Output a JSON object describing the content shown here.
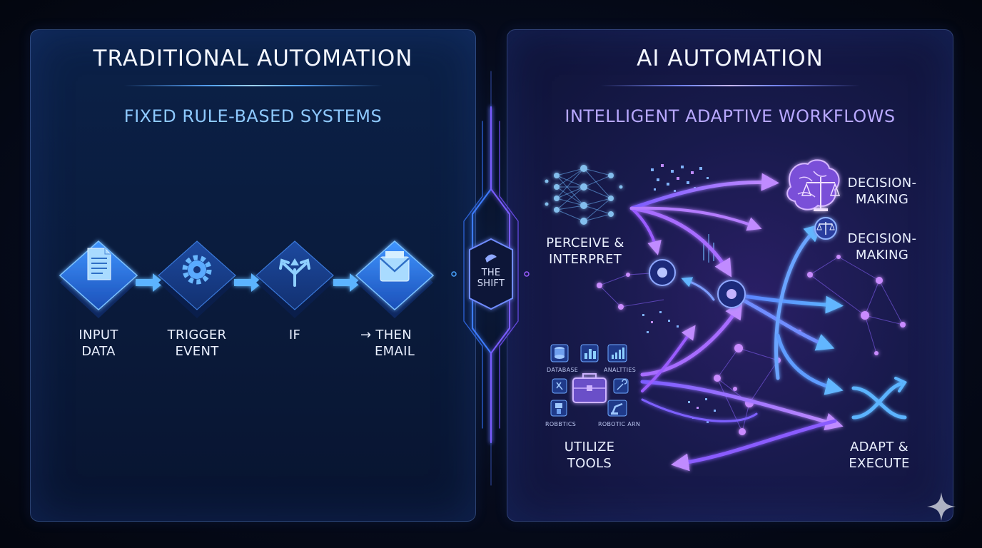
{
  "left_panel": {
    "title": "TRADITIONAL AUTOMATION",
    "subtitle": "FIXED RULE-BASED SYSTEMS",
    "steps": [
      {
        "line1": "INPUT",
        "line2": "DATA",
        "icon": "document-icon"
      },
      {
        "line1": "TRIGGER",
        "line2": "EVENT",
        "icon": "gear-icon"
      },
      {
        "line1": "IF",
        "line2": "",
        "icon": "branch-icon"
      },
      {
        "line1": "→ THEN",
        "line2": "EMAIL",
        "icon": "envelope-icon"
      }
    ]
  },
  "center": {
    "line1": "THE",
    "line2": "SHIFT"
  },
  "right_panel": {
    "title": "AI AUTOMATION",
    "subtitle": "INTELLIGENT ADAPTIVE WORKFLOWS",
    "perceive": {
      "line1": "PERCEIVE &",
      "line2": "INTERPRET"
    },
    "decision_top": {
      "line1": "DECISION-",
      "line2": "MAKING"
    },
    "decision_mid": {
      "line1": "DECISION-",
      "line2": "MAKING"
    },
    "utilize": {
      "line1": "UTILIZE",
      "line2": "TOOLS"
    },
    "adapt": {
      "line1": "ADAPT &",
      "line2": "EXECUTE"
    },
    "tools": [
      "DATABASE",
      "ANALTTIES",
      "ROBBTICS",
      "ROBOTIC ARN"
    ]
  },
  "colors": {
    "blue_accent": "#4aa3ff",
    "purple_accent": "#9a5cff",
    "background": "#060b1c"
  }
}
